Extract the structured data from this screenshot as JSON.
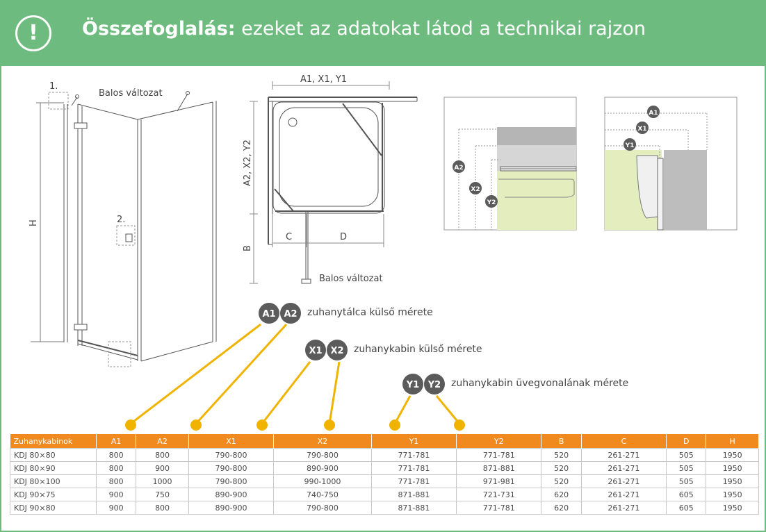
{
  "banner": {
    "icon": "!",
    "title_bold": "Összefoglalás:",
    "title_rest": " ezeket az adatokat látod a technikai rajzon"
  },
  "drawing": {
    "left_view_label": "Balos változat",
    "left_view_marker1": "1.",
    "left_view_marker2": "2.",
    "left_view_height": "H",
    "plan_top_dim": "A1,  X1,   Y1",
    "plan_side_dim": "A2,  X2,  Y2",
    "plan_b": "B",
    "plan_c": "C",
    "plan_d": "D",
    "plan_label": "Balos változat",
    "detail_a2": "A2",
    "detail_x2": "X2",
    "detail_y2": "Y2",
    "detail_a1": "A1",
    "detail_x1": "X1",
    "detail_y1": "Y1"
  },
  "legend": [
    {
      "badge1": "A1",
      "badge2": "A2",
      "text": "zuhanytálca külső mérete"
    },
    {
      "badge1": "X1",
      "badge2": "X2",
      "text": "zuhanykabin külső mérete"
    },
    {
      "badge1": "Y1",
      "badge2": "Y2",
      "text": "zuhanykabin üvegvonalának mérete"
    }
  ],
  "colors": {
    "banner": "#6dbb7e",
    "badge": "#5b5b5b",
    "leader": "#f0b400",
    "table_header": "#f08a1e",
    "tray": "#e3edbd"
  },
  "table": {
    "headers": [
      "Zuhanykabinok",
      "A1",
      "A2",
      "X1",
      "X2",
      "Y1",
      "Y2",
      "B",
      "C",
      "D",
      "H"
    ],
    "rows": [
      [
        "KDJ 80×80",
        "800",
        "800",
        "790-800",
        "790-800",
        "771-781",
        "771-781",
        "520",
        "261-271",
        "505",
        "1950"
      ],
      [
        "KDJ 80×90",
        "800",
        "900",
        "790-800",
        "890-900",
        "771-781",
        "871-881",
        "520",
        "261-271",
        "505",
        "1950"
      ],
      [
        "KDJ 80×100",
        "800",
        "1000",
        "790-800",
        "990-1000",
        "771-781",
        "971-981",
        "520",
        "261-271",
        "505",
        "1950"
      ],
      [
        "KDJ 90×75",
        "900",
        "750",
        "890-900",
        "740-750",
        "871-881",
        "721-731",
        "620",
        "261-271",
        "605",
        "1950"
      ],
      [
        "KDJ 90×80",
        "900",
        "800",
        "890-900",
        "790-800",
        "871-881",
        "771-781",
        "620",
        "261-271",
        "605",
        "1950"
      ]
    ]
  }
}
